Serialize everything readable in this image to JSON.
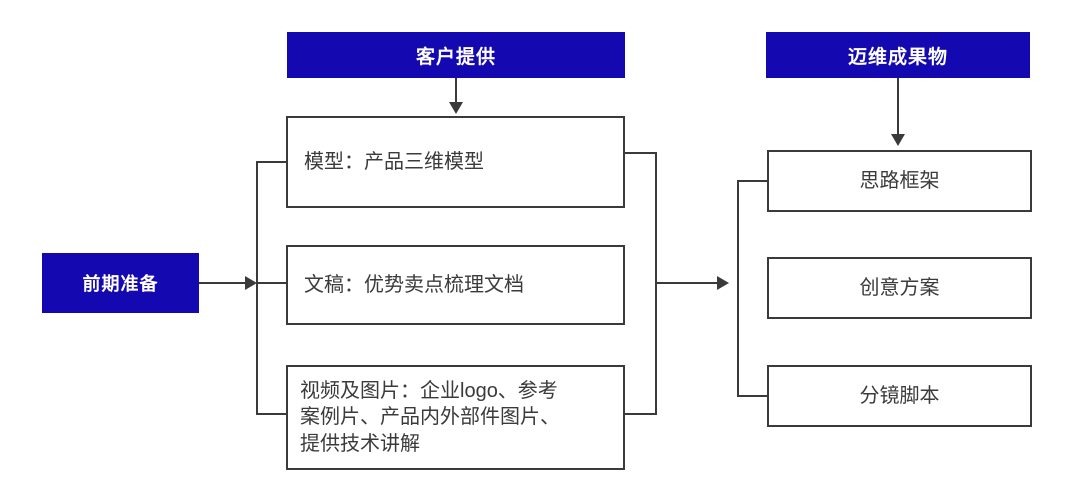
{
  "diagram": {
    "type": "flowchart",
    "background": "#ffffff",
    "accent_color": "#1409b0",
    "line_color": "#3a3a3a",
    "text_color": "#3b3b3b"
  },
  "start_node": {
    "label": "前期准备"
  },
  "column_headers": {
    "customer": "客户提供",
    "deliverable": "迈维成果物"
  },
  "customer_items": [
    {
      "label": "模型：产品三维模型"
    },
    {
      "label": "文稿：优势卖点梳理文档"
    },
    {
      "label": "视频及图片：企业logo、参考\n案例片、产品内外部件图片、\n提供技术讲解"
    }
  ],
  "deliverable_items": [
    {
      "label": "思路框架"
    },
    {
      "label": "创意方案"
    },
    {
      "label": "分镜脚本"
    }
  ],
  "connectors": [
    {
      "name": "start-to-customer-bracket",
      "kind": "arrow-right"
    },
    {
      "name": "customer-header-to-first-item",
      "kind": "arrow-down"
    },
    {
      "name": "customer-bracket-to-deliverable-bracket",
      "kind": "arrow-right"
    },
    {
      "name": "deliverable-header-to-first-item",
      "kind": "arrow-down"
    }
  ]
}
